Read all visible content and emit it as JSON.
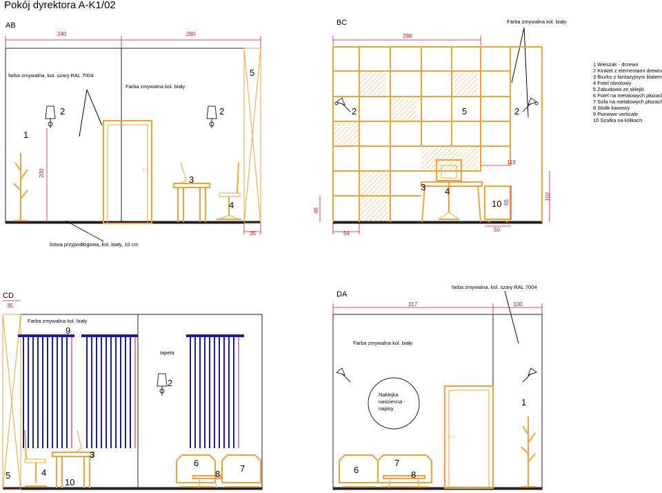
{
  "title": "Pokój dyrektora A-K1/02",
  "colors": {
    "orange": "#f5a033",
    "red": "#d0102a",
    "blue": "#1a1aa8",
    "line": "#222222"
  },
  "sections": {
    "ab": {
      "label": "AB",
      "dims": [
        "240",
        "280",
        "200",
        "35"
      ],
      "notes": [
        "farba zmywalna, kol. szary RAL 7004",
        "Farba zmywalna kol. biały",
        "listwa przypodłogowa, kol. biały, 10 cm"
      ],
      "nums": [
        "2",
        "2",
        "5",
        "1",
        "3",
        "4"
      ]
    },
    "bc": {
      "label": "BC",
      "dims": [
        "298",
        "119",
        "48",
        "54",
        "50",
        "65",
        "102"
      ],
      "notes": [
        "Farba zmywalna kol. biały"
      ],
      "nums": [
        "2",
        "5",
        "2",
        "3",
        "4",
        "10"
      ]
    },
    "cd": {
      "label": "CD",
      "dims": [
        "35"
      ],
      "notes": [
        "Farba zmywalna kol. biały",
        "tapeta"
      ],
      "nums": [
        "9",
        "2",
        "3",
        "5",
        "4",
        "10",
        "6",
        "8",
        "7"
      ]
    },
    "da": {
      "label": "DA",
      "dims": [
        "317",
        "100"
      ],
      "notes": [
        "farba zmywalna, kol. szary RAL 7004",
        "Farba zmywalna kol. biały",
        "Naklejka",
        "naścienna -",
        "napisy"
      ],
      "nums": [
        "1",
        "6",
        "7",
        "8"
      ]
    }
  },
  "legend": [
    "1 Wieszak - drzewo",
    "2 Kinkiet z elementami drewna",
    "3 Biurko z fantazyjnym blatem",
    "4 Fotel obrotowy",
    "5 Zabudowa ze sklejki",
    "6 Fotel na metalowych płozach",
    "7 Sofa na metalowych płozach",
    "8 Stolik kawowy",
    "9 Pionowe verticale",
    "10 Szafka na kółkach"
  ]
}
